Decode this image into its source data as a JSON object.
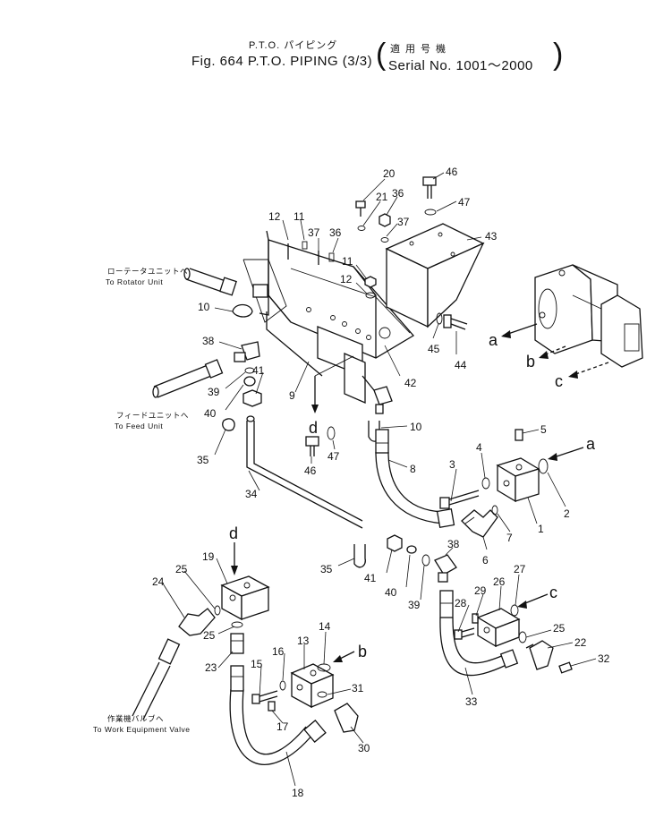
{
  "title": {
    "japanese": "P.T.O. パイピング",
    "main": "Fig. 664 P.T.O. PIPING (3/3)",
    "serial_japanese": "適用号機",
    "serial": "Serial No. 1001～2000"
  },
  "destinations": {
    "rotator_jp": "ローテータユニットへ",
    "rotator_en": "To Rotator Unit",
    "feed_jp": "フィードユニットへ",
    "feed_en": "To Feed Unit",
    "work_jp": "作業機バルブへ",
    "work_en": "To Work Equipment Valve"
  },
  "view_letters": [
    "a",
    "b",
    "c",
    "d"
  ],
  "part_labels": [
    "1",
    "2",
    "3",
    "4",
    "5",
    "6",
    "7",
    "8",
    "9",
    "10",
    "11",
    "12",
    "13",
    "14",
    "15",
    "16",
    "17",
    "18",
    "19",
    "20",
    "21",
    "22",
    "23",
    "24",
    "25",
    "26",
    "27",
    "28",
    "29",
    "30",
    "31",
    "32",
    "33",
    "34",
    "35",
    "36",
    "37",
    "38",
    "39",
    "40",
    "41",
    "42",
    "43",
    "44",
    "45",
    "46",
    "47"
  ]
}
